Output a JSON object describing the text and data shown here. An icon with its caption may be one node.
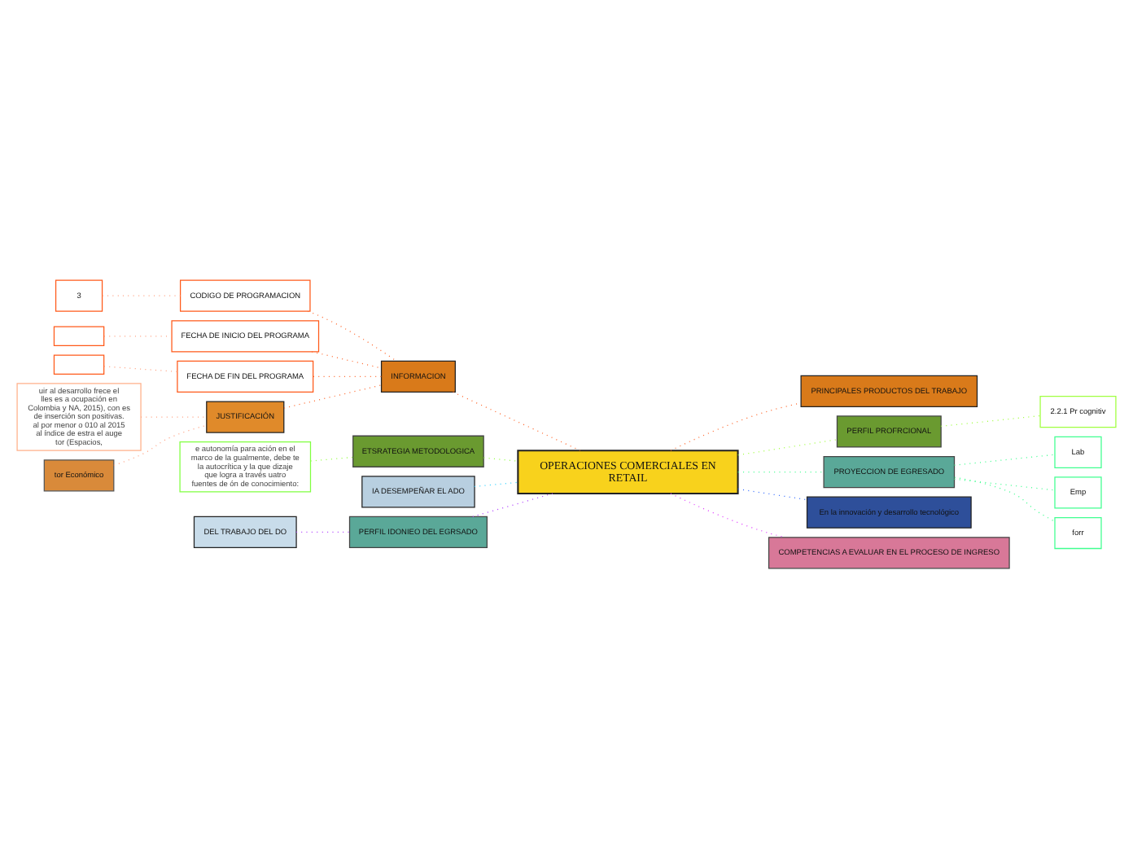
{
  "diagram": {
    "nodes": [
      {
        "text": [
          "OPERACIONES COMERCIALES EN RETAIL"
        ]
      },
      {
        "text": [
          "INFORMACION"
        ]
      },
      {
        "text": [
          "CODIGO DE PROGRAMACION"
        ]
      },
      {
        "text": [
          "3"
        ]
      },
      {
        "text": [
          "FECHA DE INICIO DEL PROGRAMA"
        ]
      },
      {
        "text": [],
        "shape": "box"
      },
      {
        "text": [
          "FECHA DE FIN DEL PROGRAMA"
        ]
      },
      {
        "text": [],
        "shape": "box"
      },
      {
        "text": [
          "JUSTIFICACIÓN"
        ]
      },
      {
        "text": [
          "uir al desarrollo frece el lles es a ocupación en Colombia y NA, 2015), con es de inserción son positivas. al por menor o 010 al 2015 al índice de estra el auge tor (Espacios,"
        ]
      },
      {
        "text": [
          "tor Económico"
        ]
      },
      {
        "text": [
          "ETSRATEGIA METODOLOGICA"
        ]
      },
      {
        "text": [
          "e autonomía para ación en el marco de la gualmente, debe te la autocrítica y la que dizaje que logra a través uatro fuentes de ón de conocimiento:"
        ]
      },
      {
        "text": [
          "IA DESEMPEÑAR EL ADO"
        ]
      },
      {
        "text": [
          "PERFIL IDONIEO DEL EGRSADO"
        ]
      },
      {
        "text": [
          "DEL TRABAJO DEL DO"
        ]
      },
      {
        "text": [
          "PRINCIPALES PRODUCTOS DEL TRABAJO"
        ]
      },
      {
        "text": [
          "PERFIL PROFRCIONAL"
        ]
      },
      {
        "text": [
          "2.2.1 Pr cognitiv"
        ]
      },
      {
        "text": [
          "PROYECCION DE EGRESADO"
        ]
      },
      {
        "text": [
          "Lab"
        ]
      },
      {
        "text": [
          "Emp"
        ]
      },
      {
        "text": [
          "forr"
        ]
      },
      {
        "text": [
          "En la innovación y desarrollo tecnológico"
        ]
      },
      {
        "text": [
          "COMPETENCIAS A EVALUAR EN EL PROCESO DE INGRESO"
        ]
      }
    ],
    "edges": [
      {
        "from": 0,
        "to": 1,
        "arrow": "none",
        "color": "#ff6a30"
      },
      {
        "from": 1,
        "to": 2,
        "arrow": "none",
        "color": "#ff6a30"
      },
      {
        "from": 2,
        "to": 3,
        "arrow": "none",
        "color": "#ffa080"
      },
      {
        "from": 1,
        "to": 4,
        "arrow": "none",
        "color": "#ff6a30"
      },
      {
        "from": 4,
        "to": 5,
        "arrow": "none",
        "color": "#ffa080"
      },
      {
        "from": 1,
        "to": 6,
        "arrow": "none",
        "color": "#ff6a30"
      },
      {
        "from": 6,
        "to": 7,
        "arrow": "none",
        "color": "#ffa080"
      },
      {
        "from": 1,
        "to": 8,
        "arrow": "none",
        "color": "#ff6a30"
      },
      {
        "from": 8,
        "to": 9,
        "arrow": "none",
        "color": "#ffa080"
      },
      {
        "from": 8,
        "to": 10,
        "arrow": "none",
        "color": "#ffa080"
      },
      {
        "from": 0,
        "to": 11,
        "arrow": "none",
        "color": "#90ff40"
      },
      {
        "from": 11,
        "to": 12,
        "arrow": "none",
        "color": "#90ff40"
      },
      {
        "from": 0,
        "to": 13,
        "arrow": "none",
        "color": "#30d0ff"
      },
      {
        "from": 0,
        "to": 14,
        "arrow": "none",
        "color": "#b040ff"
      },
      {
        "from": 14,
        "to": 15,
        "arrow": "none",
        "color": "#b040ff"
      },
      {
        "from": 0,
        "to": 16,
        "arrow": "none",
        "color": "#ff6a30"
      },
      {
        "from": 0,
        "to": 17,
        "arrow": "none",
        "color": "#a0ff40"
      },
      {
        "from": 17,
        "to": 18,
        "arrow": "none",
        "color": "#a0ff40"
      },
      {
        "from": 0,
        "to": 19,
        "arrow": "none",
        "color": "#40ff90"
      },
      {
        "from": 19,
        "to": 20,
        "arrow": "none",
        "color": "#40ff90"
      },
      {
        "from": 19,
        "to": 21,
        "arrow": "none",
        "color": "#40ff90"
      },
      {
        "from": 19,
        "to": 22,
        "arrow": "none",
        "color": "#40ff90"
      },
      {
        "from": 0,
        "to": 23,
        "arrow": "none",
        "color": "#3a70ff"
      },
      {
        "from": 0,
        "to": 24,
        "arrow": "none",
        "color": "#e040ff"
      }
    ]
  }
}
